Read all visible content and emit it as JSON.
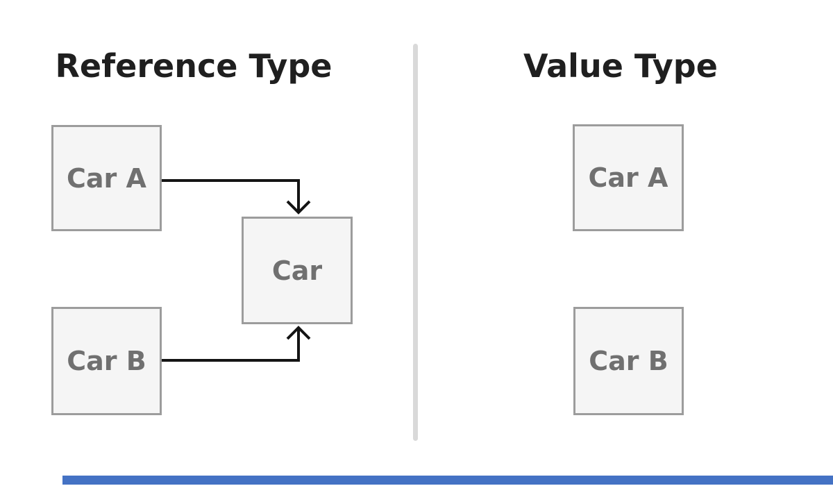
{
  "panels": {
    "reference": {
      "title": "Reference Type",
      "boxes": {
        "car_a": "Car A",
        "car_b": "Car B",
        "car": "Car"
      },
      "arrows": [
        {
          "from": "car_a",
          "to": "car",
          "style": "elbow-right-down-chevron"
        },
        {
          "from": "car_b",
          "to": "car",
          "style": "elbow-right-up-chevron"
        }
      ]
    },
    "value": {
      "title": "Value Type",
      "boxes": {
        "car_a": "Car A",
        "car_b": "Car B"
      }
    }
  },
  "colors": {
    "page_bg": "#ffffff",
    "title_text": "#1f1f1f",
    "box_fill": "#f5f5f5",
    "box_border": "#9c9c9c",
    "box_text": "#707070",
    "arrow": "#141414",
    "divider": "#d9d9d9",
    "accent_bar": "#4472c4"
  }
}
